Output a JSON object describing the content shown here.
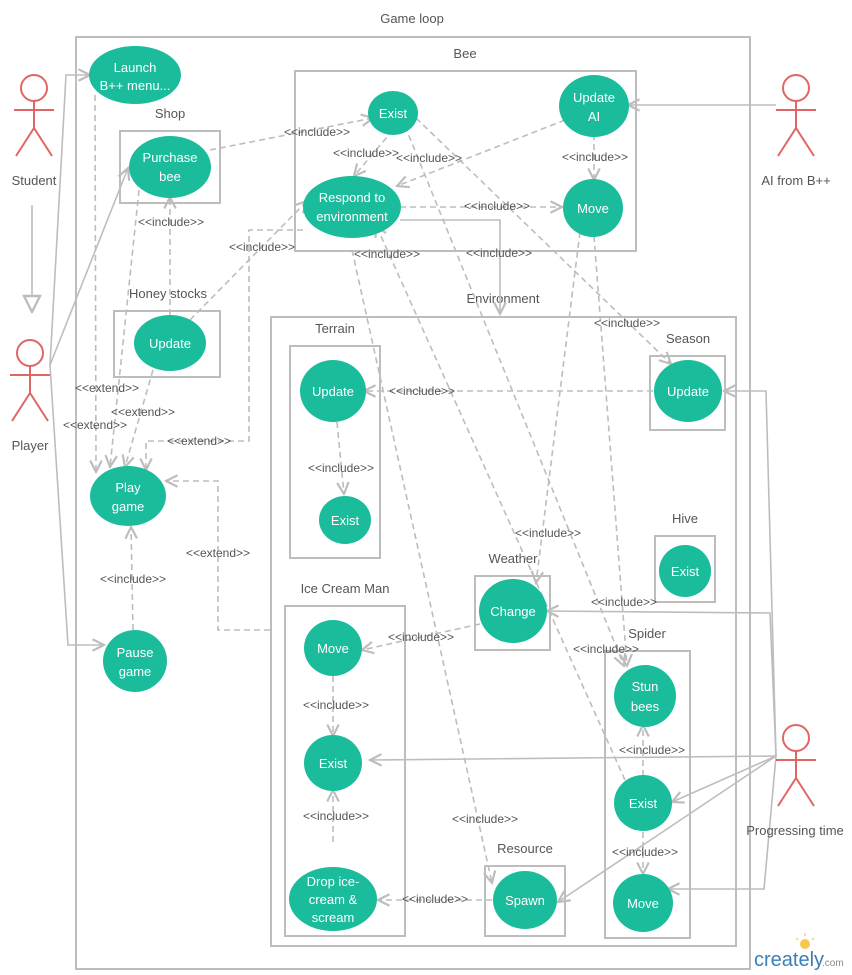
{
  "diagram": {
    "title": "Game loop",
    "actors": {
      "student": "Student",
      "player": "Player",
      "ai": "AI from B++",
      "time": "Progressing time"
    },
    "containers": {
      "shop": "Shop",
      "honey_stocks": "Honey stocks",
      "bee": "Bee",
      "environment": "Environment",
      "terrain": "Terrain",
      "season": "Season",
      "hive": "Hive",
      "weather": "Weather",
      "ice_cream_man": "Ice Cream Man",
      "spider": "Spider",
      "resource": "Resource"
    },
    "use_cases": {
      "launch": [
        "Launch",
        "B++ menu..."
      ],
      "purchase_bee": [
        "Purchase",
        "bee"
      ],
      "honey_update": [
        "Update"
      ],
      "play_game": [
        "Play",
        "game"
      ],
      "pause_game": [
        "Pause",
        "game"
      ],
      "bee_exist": [
        "Exist"
      ],
      "update_ai": [
        "Update",
        "AI"
      ],
      "respond_env": [
        "Respond to",
        "environment"
      ],
      "bee_move": [
        "Move"
      ],
      "terrain_update": [
        "Update"
      ],
      "terrain_exist": [
        "Exist"
      ],
      "season_update": [
        "Update"
      ],
      "hive_exist": [
        "Exist"
      ],
      "weather_change": [
        "Change"
      ],
      "icm_move": [
        "Move"
      ],
      "icm_exist": [
        "Exist"
      ],
      "icm_drop": [
        "Drop ice-",
        "cream &",
        "scream"
      ],
      "spider_stun": [
        "Stun",
        "bees"
      ],
      "spider_exist": [
        "Exist"
      ],
      "spider_move": [
        "Move"
      ],
      "resource_spawn": [
        "Spawn"
      ]
    },
    "relations": {
      "include": "<<include>>",
      "extend": "<<extend>>"
    },
    "watermark": "creately",
    "watermark_suffix": ".com"
  }
}
